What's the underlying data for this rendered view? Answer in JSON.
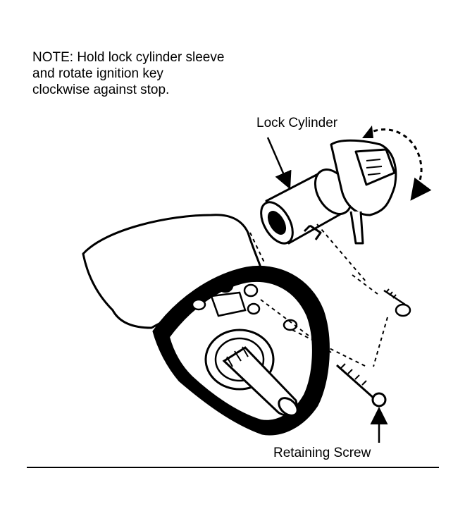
{
  "note": {
    "lines": [
      "NOTE: Hold lock cylinder sleeve",
      "and rotate ignition key",
      "clockwise against stop."
    ]
  },
  "labels": {
    "lock_cylinder": "Lock Cylinder",
    "retaining_screw": "Retaining Screw"
  },
  "colors": {
    "ink": "#000000",
    "paper": "#ffffff"
  }
}
